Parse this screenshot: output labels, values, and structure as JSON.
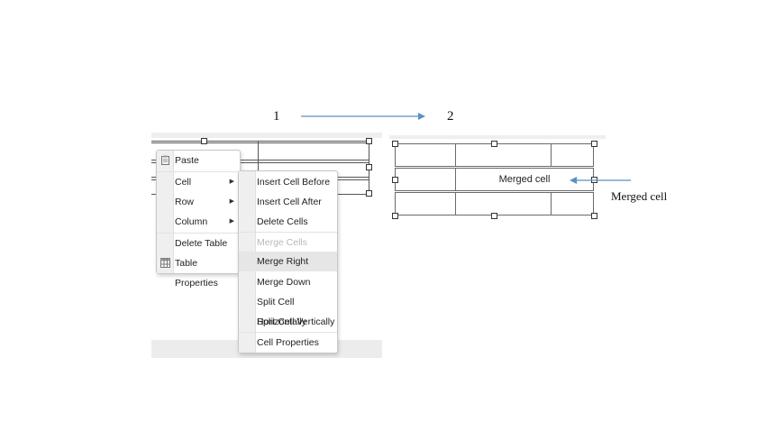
{
  "steps": {
    "step1": "1",
    "step2": "2"
  },
  "context_menu": {
    "items": [
      {
        "label": "Paste"
      },
      {
        "label": "Cell"
      },
      {
        "label": "Row"
      },
      {
        "label": "Column"
      },
      {
        "label": "Delete Table"
      },
      {
        "label": "Table Properties"
      }
    ]
  },
  "cell_submenu": {
    "items": [
      {
        "label": "Insert Cell Before"
      },
      {
        "label": "Insert Cell After"
      },
      {
        "label": "Delete Cells"
      },
      {
        "label": "Merge Cells",
        "disabled": true
      },
      {
        "label": "Merge Right",
        "highlighted": true
      },
      {
        "label": "Merge Down"
      },
      {
        "label": "Split Cell Horizontally"
      },
      {
        "label": "Split Cell Vertically"
      },
      {
        "label": "Cell Properties"
      }
    ]
  },
  "result_table": {
    "merged_cell_text": "Merged cell"
  },
  "annotation": {
    "label": "Merged cell"
  },
  "colors": {
    "arrow": "#5b8fc9",
    "handle_border": "#333333"
  }
}
